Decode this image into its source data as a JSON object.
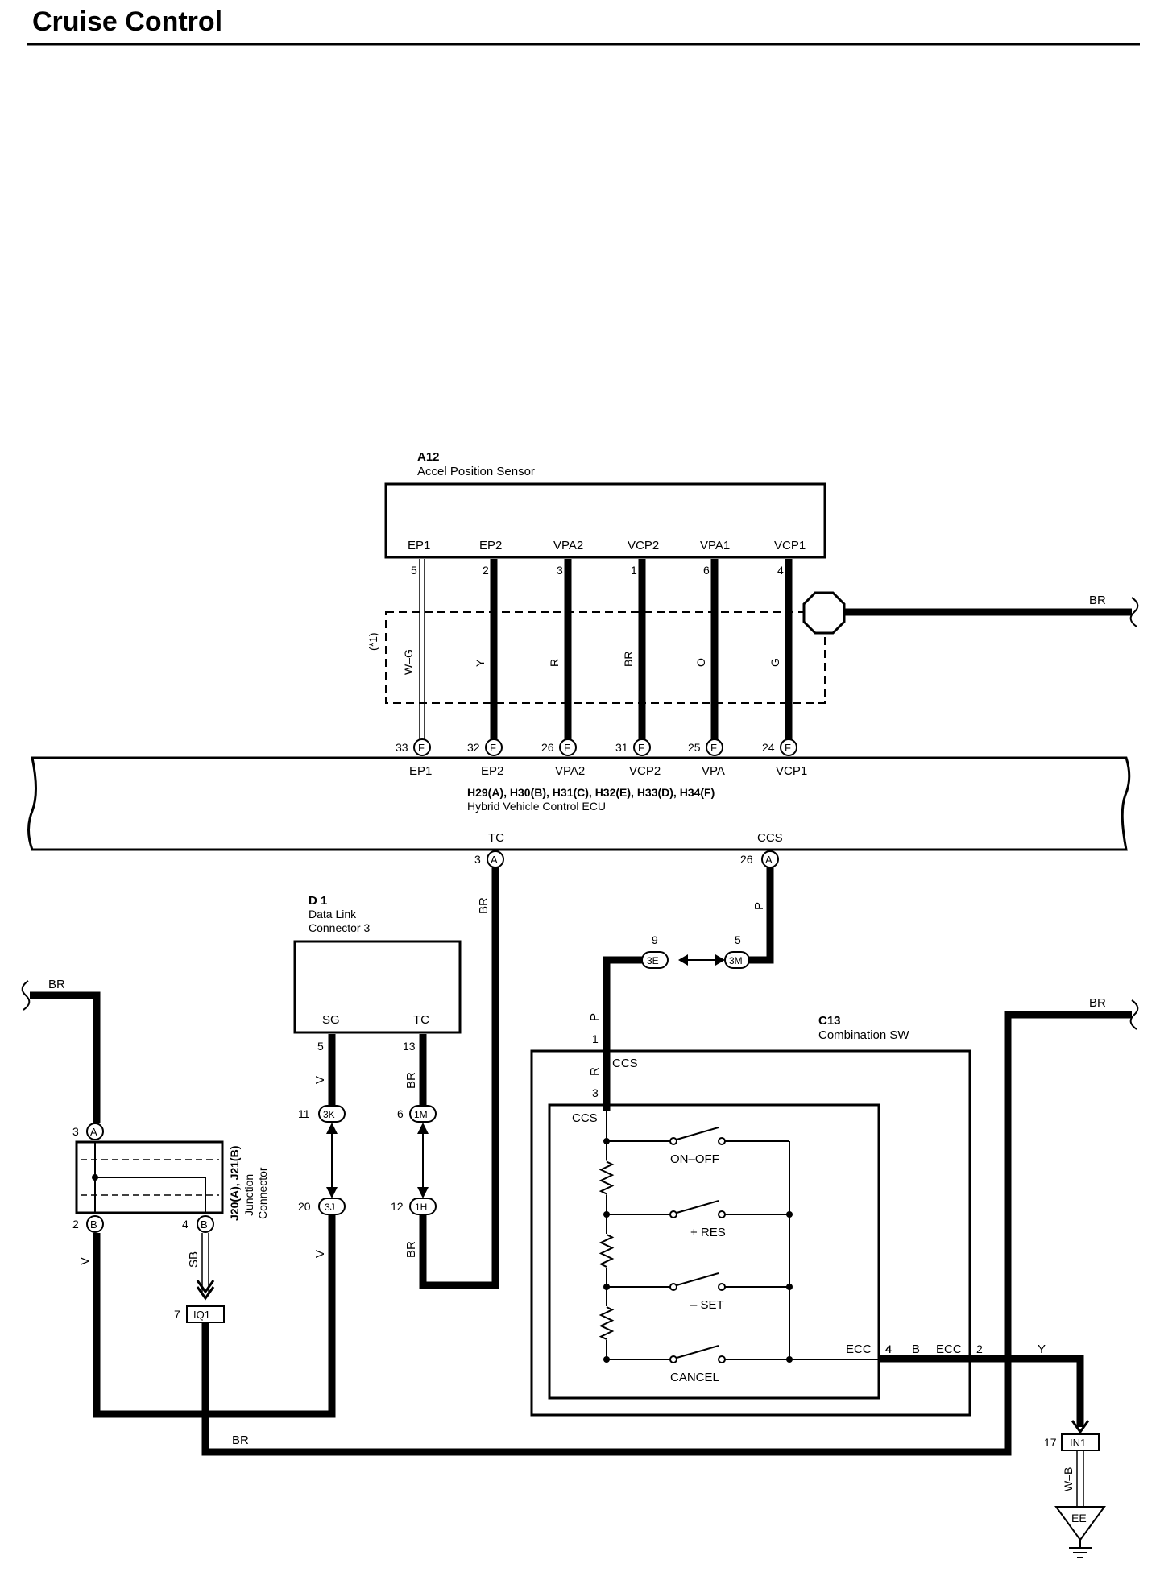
{
  "page": {
    "title": "Cruise Control"
  },
  "components": {
    "a12": {
      "id": "A12",
      "name": "Accel Position Sensor",
      "pins": [
        "EP1",
        "EP2",
        "VPA2",
        "VCP2",
        "VPA1",
        "VCP1"
      ],
      "pin_nums": [
        "5",
        "2",
        "3",
        "1",
        "6",
        "4"
      ]
    },
    "ecu": {
      "connectors": "H29(A), H30(B), H31(C), H32(E), H33(D), H34(F)",
      "name": "Hybrid Vehicle Control ECU",
      "top_pins": [
        "EP1",
        "EP2",
        "VPA2",
        "VCP2",
        "VPA",
        "VCP1"
      ],
      "top_nums": [
        "33",
        "32",
        "26",
        "31",
        "25",
        "24"
      ],
      "top_conn": "F",
      "tc": "TC",
      "tc_num": "3",
      "ccs": "CCS",
      "ccs_num": "26",
      "bottom_conn": "A"
    },
    "d1": {
      "id": "D 1",
      "name_line1": "Data Link",
      "name_line2": "Connector 3",
      "sg": "SG",
      "tc": "TC",
      "sg_num": "5",
      "tc_num": "13"
    },
    "c13": {
      "id": "C13",
      "name": "Combination SW",
      "ccs": "CCS",
      "ecc": "ECC",
      "pin1": "1",
      "pin3": "3",
      "pin4": "4",
      "pin2": "2",
      "switches": [
        "ON–OFF",
        "+ RES",
        "– SET",
        "CANCEL"
      ]
    },
    "junction": {
      "name_line1": "J20(A), J21(B)",
      "name_line2": "Junction",
      "name_line3": "Connector",
      "pin3": "3",
      "pin2": "2",
      "pin4": "4",
      "a": "A",
      "b": "B"
    },
    "shield_note": "(*1)"
  },
  "wires": {
    "colors": [
      "W–G",
      "Y",
      "R",
      "BR",
      "O",
      "G"
    ],
    "br": "BR",
    "p": "P",
    "r": "R",
    "v": "V",
    "sb": "SB",
    "y": "Y",
    "b": "B",
    "wb": "W–B"
  },
  "connectors": {
    "c3e": "3E",
    "c3e_num": "9",
    "c3m": "3M",
    "c3m_num": "5",
    "c3k": "3K",
    "c3k_num": "11",
    "c3j": "3J",
    "c3j_num": "20",
    "c1m": "1M",
    "c1m_num": "6",
    "c1h": "1H",
    "c1h_num": "12",
    "iq1": "IQ1",
    "iq1_num": "7",
    "in1": "IN1",
    "in1_num": "17"
  },
  "ground": {
    "label": "EE"
  }
}
